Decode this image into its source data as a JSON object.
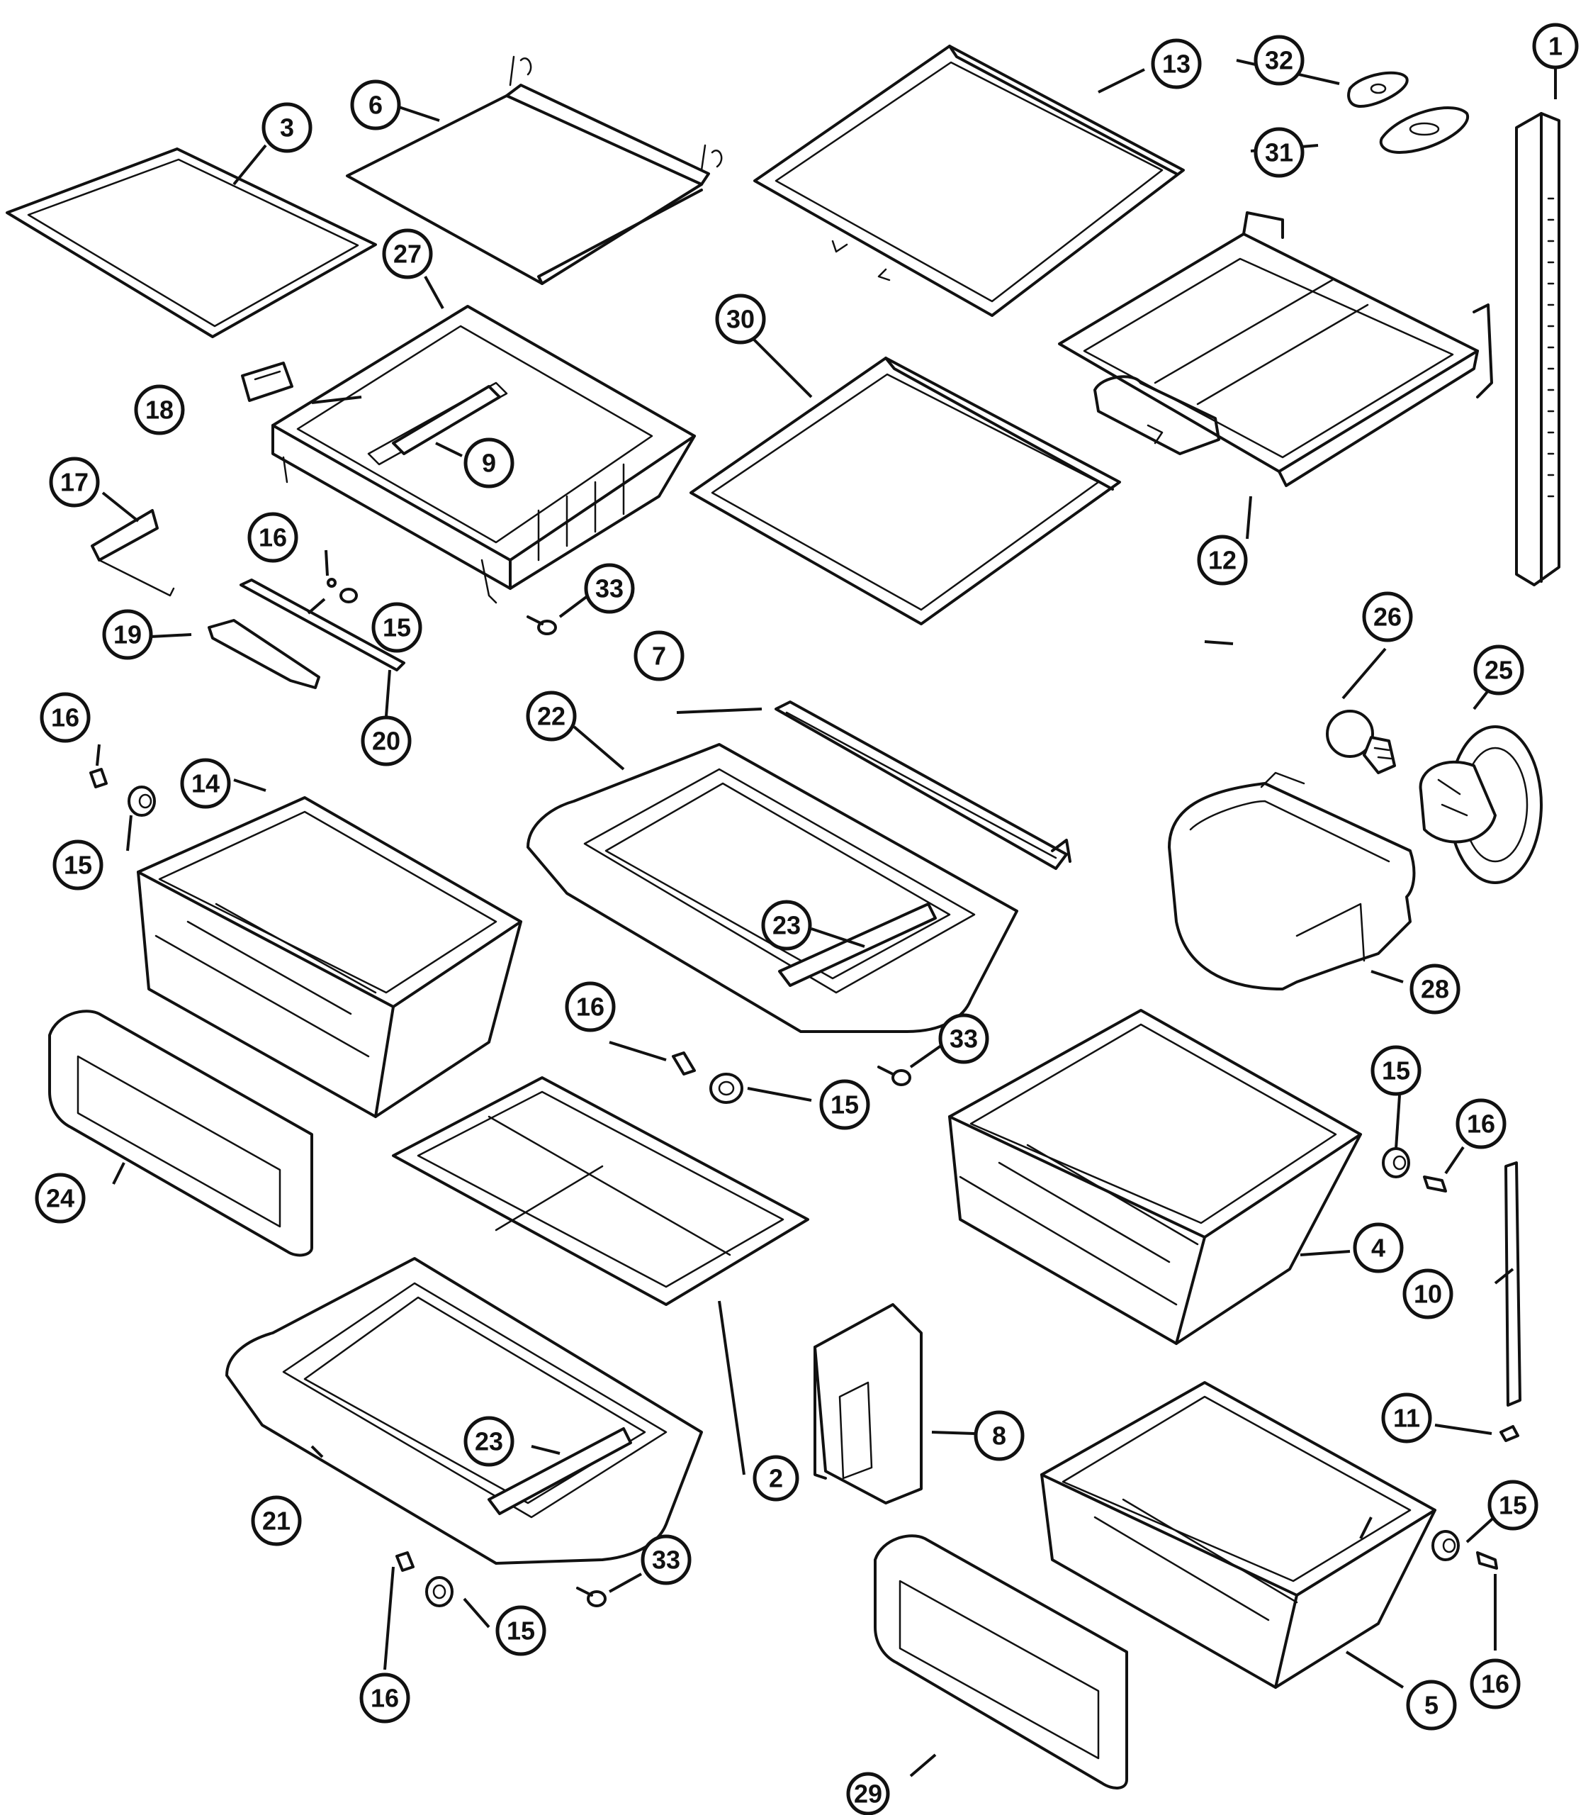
{
  "callouts": [
    {
      "id": "c1",
      "label": "1"
    },
    {
      "id": "c2",
      "label": "2"
    },
    {
      "id": "c3",
      "label": "3"
    },
    {
      "id": "c4",
      "label": "4"
    },
    {
      "id": "c5",
      "label": "5"
    },
    {
      "id": "c6",
      "label": "6"
    },
    {
      "id": "c7",
      "label": "7"
    },
    {
      "id": "c8",
      "label": "8"
    },
    {
      "id": "c9",
      "label": "9"
    },
    {
      "id": "c10",
      "label": "10"
    },
    {
      "id": "c11",
      "label": "11"
    },
    {
      "id": "c12",
      "label": "12"
    },
    {
      "id": "c13",
      "label": "13"
    },
    {
      "id": "c14",
      "label": "14"
    },
    {
      "id": "c15a",
      "label": "15"
    },
    {
      "id": "c15b",
      "label": "15"
    },
    {
      "id": "c15c",
      "label": "15"
    },
    {
      "id": "c15d",
      "label": "15"
    },
    {
      "id": "c15e",
      "label": "15"
    },
    {
      "id": "c15f",
      "label": "15"
    },
    {
      "id": "c16a",
      "label": "16"
    },
    {
      "id": "c16b",
      "label": "16"
    },
    {
      "id": "c16c",
      "label": "16"
    },
    {
      "id": "c16d",
      "label": "16"
    },
    {
      "id": "c16e",
      "label": "16"
    },
    {
      "id": "c16f",
      "label": "16"
    },
    {
      "id": "c17",
      "label": "17"
    },
    {
      "id": "c18",
      "label": "18"
    },
    {
      "id": "c19",
      "label": "19"
    },
    {
      "id": "c20",
      "label": "20"
    },
    {
      "id": "c21",
      "label": "21"
    },
    {
      "id": "c22",
      "label": "22"
    },
    {
      "id": "c23a",
      "label": "23"
    },
    {
      "id": "c23b",
      "label": "23"
    },
    {
      "id": "c24",
      "label": "24"
    },
    {
      "id": "c25",
      "label": "25"
    },
    {
      "id": "c26",
      "label": "26"
    },
    {
      "id": "c27",
      "label": "27"
    },
    {
      "id": "c28",
      "label": "28"
    },
    {
      "id": "c29",
      "label": "29"
    },
    {
      "id": "c30",
      "label": "30"
    },
    {
      "id": "c31",
      "label": "31"
    },
    {
      "id": "c32",
      "label": "32"
    },
    {
      "id": "c33a",
      "label": "33"
    },
    {
      "id": "c33b",
      "label": "33"
    },
    {
      "id": "c33c",
      "label": "33"
    }
  ]
}
